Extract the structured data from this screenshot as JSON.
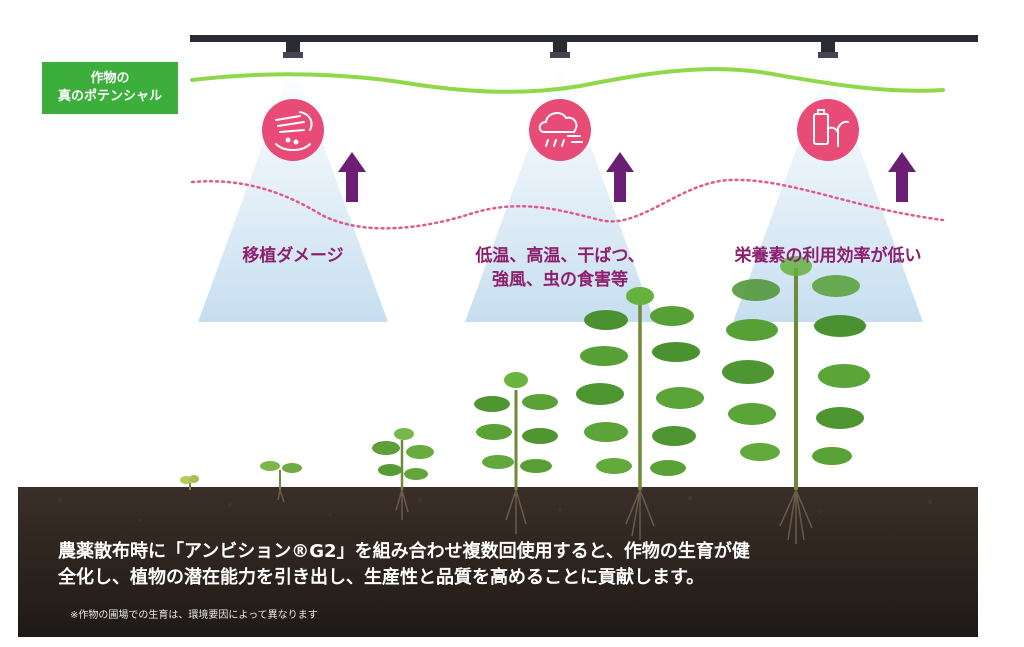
{
  "potential": {
    "line1": "作物の",
    "line2": "真のポテンシャル"
  },
  "stresses": [
    {
      "line1": "移植ダメージ",
      "line2": "",
      "icon": "hand-soil-icon"
    },
    {
      "line1": "低温、高温、干ばつ、",
      "line2": "強風、虫の食害等",
      "icon": "weather-icon"
    },
    {
      "line1": "栄養素の利用効率が低い",
      "line2": "",
      "icon": "battery-plant-icon"
    }
  ],
  "description": {
    "line1": "農薬散布時に「アンビション®G2」を組み合わせ複数回使用すると、作物の生育が健",
    "line2": "全化し、植物の潜在能力を引き出し、生産性と品質を高めることに貢献します。",
    "note": "※作物の圃場での生育は、環境要因によって異なります"
  },
  "colors": {
    "accent_green": "#3cae3c",
    "potential_line": "#8fd84a",
    "current_line": "#e05a8a",
    "icon_circle": "#e94b77",
    "arrow": "#6b1e74",
    "label_text": "#8e1f6e",
    "soil": "#2b231e",
    "spray": "#cfe3f1"
  }
}
